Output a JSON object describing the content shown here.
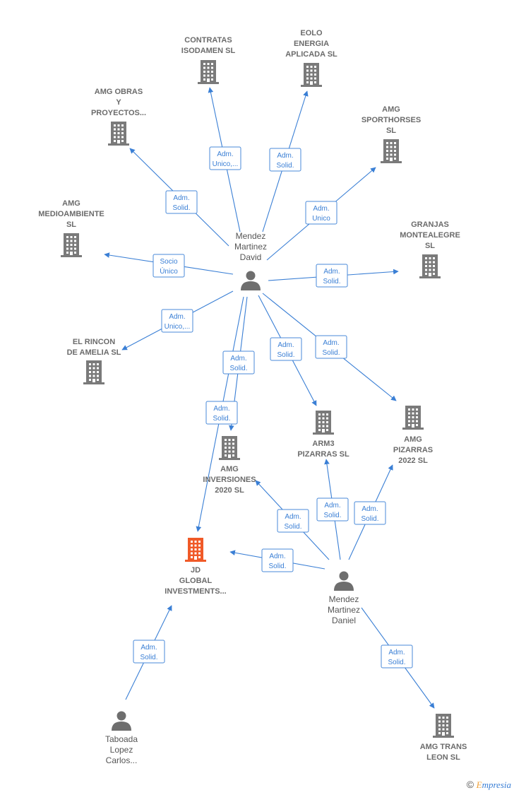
{
  "colors": {
    "edge": "#3a7fd5",
    "building": "#7a7a7a",
    "building_highlight": "#f05a28",
    "person": "#6e6e6e"
  },
  "companies": [
    {
      "id": "contratas",
      "icon": "building-icon",
      "label": [
        "CONTRATAS",
        "ISODAMEN  SL"
      ]
    },
    {
      "id": "eolo",
      "icon": "building-icon",
      "label": [
        "EOLO",
        "ENERGIA",
        "APLICADA  SL"
      ]
    },
    {
      "id": "amg-obras",
      "icon": "building-icon",
      "label": [
        "AMG OBRAS",
        "Y",
        "PROYECTOS..."
      ]
    },
    {
      "id": "amg-sporthorses",
      "icon": "building-icon",
      "label": [
        "AMG",
        "SPORTHORSES",
        "SL"
      ]
    },
    {
      "id": "amg-medioambiente",
      "icon": "building-icon",
      "label": [
        "AMG",
        "MEDIOAMBIENTE",
        "SL"
      ]
    },
    {
      "id": "granjas",
      "icon": "building-icon",
      "label": [
        "GRANJAS",
        "MONTEALEGRE",
        "SL"
      ]
    },
    {
      "id": "el-rincon",
      "icon": "building-icon",
      "label": [
        "EL RINCON",
        "DE AMELIA  SL"
      ]
    },
    {
      "id": "arm3",
      "icon": "building-icon",
      "label": [
        "ARM3",
        "PIZARRAS  SL"
      ]
    },
    {
      "id": "amg-pizarras",
      "icon": "building-icon",
      "label": [
        "AMG",
        "PIZARRAS",
        "2022  SL"
      ]
    },
    {
      "id": "amg-inversiones",
      "icon": "building-icon",
      "label": [
        "AMG",
        "INVERSIONES",
        "2020  SL"
      ]
    },
    {
      "id": "jd-global",
      "icon": "building-icon",
      "highlight": true,
      "label": [
        "JD",
        "GLOBAL",
        "INVESTMENTS..."
      ]
    },
    {
      "id": "amg-trans",
      "icon": "building-icon",
      "label": [
        "AMG TRANS",
        "LEON  SL"
      ]
    }
  ],
  "people": [
    {
      "id": "david",
      "icon": "person-icon",
      "label": [
        "Mendez",
        "Martinez",
        "David"
      ]
    },
    {
      "id": "daniel",
      "icon": "person-icon",
      "label": [
        "Mendez",
        "Martinez",
        "Daniel"
      ]
    },
    {
      "id": "taboada",
      "icon": "person-icon",
      "label": [
        "Taboada",
        "Lopez",
        "Carlos..."
      ]
    }
  ],
  "edges": [
    {
      "from": "david",
      "to": "contratas",
      "role": [
        "Adm.",
        "Unico,..."
      ]
    },
    {
      "from": "david",
      "to": "eolo",
      "role": [
        "Adm.",
        "Solid."
      ]
    },
    {
      "from": "david",
      "to": "amg-obras",
      "role": [
        "Adm.",
        "Solid."
      ]
    },
    {
      "from": "david",
      "to": "amg-sporthorses",
      "role": [
        "Adm.",
        "Unico"
      ]
    },
    {
      "from": "david",
      "to": "amg-medioambiente",
      "role": [
        "Socio",
        "Único"
      ]
    },
    {
      "from": "david",
      "to": "granjas",
      "role": [
        "Adm.",
        "Solid."
      ]
    },
    {
      "from": "david",
      "to": "el-rincon",
      "role": [
        "Adm.",
        "Unico,..."
      ]
    },
    {
      "from": "david",
      "to": "amg-inversiones",
      "role": [
        "Adm.",
        "Solid."
      ]
    },
    {
      "from": "david",
      "to": "jd-global",
      "role": [
        "Adm.",
        "Solid."
      ]
    },
    {
      "from": "david",
      "to": "arm3",
      "role": [
        "Adm.",
        "Solid."
      ]
    },
    {
      "from": "david",
      "to": "amg-pizarras",
      "role": [
        "Adm.",
        "Solid."
      ]
    },
    {
      "from": "daniel",
      "to": "amg-inversiones",
      "role": [
        "Adm.",
        "Solid."
      ]
    },
    {
      "from": "daniel",
      "to": "arm3",
      "role": [
        "Adm.",
        "Solid."
      ]
    },
    {
      "from": "daniel",
      "to": "amg-pizarras",
      "role": [
        "Adm.",
        "Solid."
      ]
    },
    {
      "from": "daniel",
      "to": "jd-global",
      "role": [
        "Adm.",
        "Solid."
      ]
    },
    {
      "from": "daniel",
      "to": "amg-trans",
      "role": [
        "Adm.",
        "Solid."
      ]
    },
    {
      "from": "taboada",
      "to": "jd-global",
      "role": [
        "Adm.",
        "Solid."
      ]
    }
  ],
  "footer": {
    "copyright_symbol": "©",
    "brand_first": "E",
    "brand_rest": "mpresia"
  }
}
